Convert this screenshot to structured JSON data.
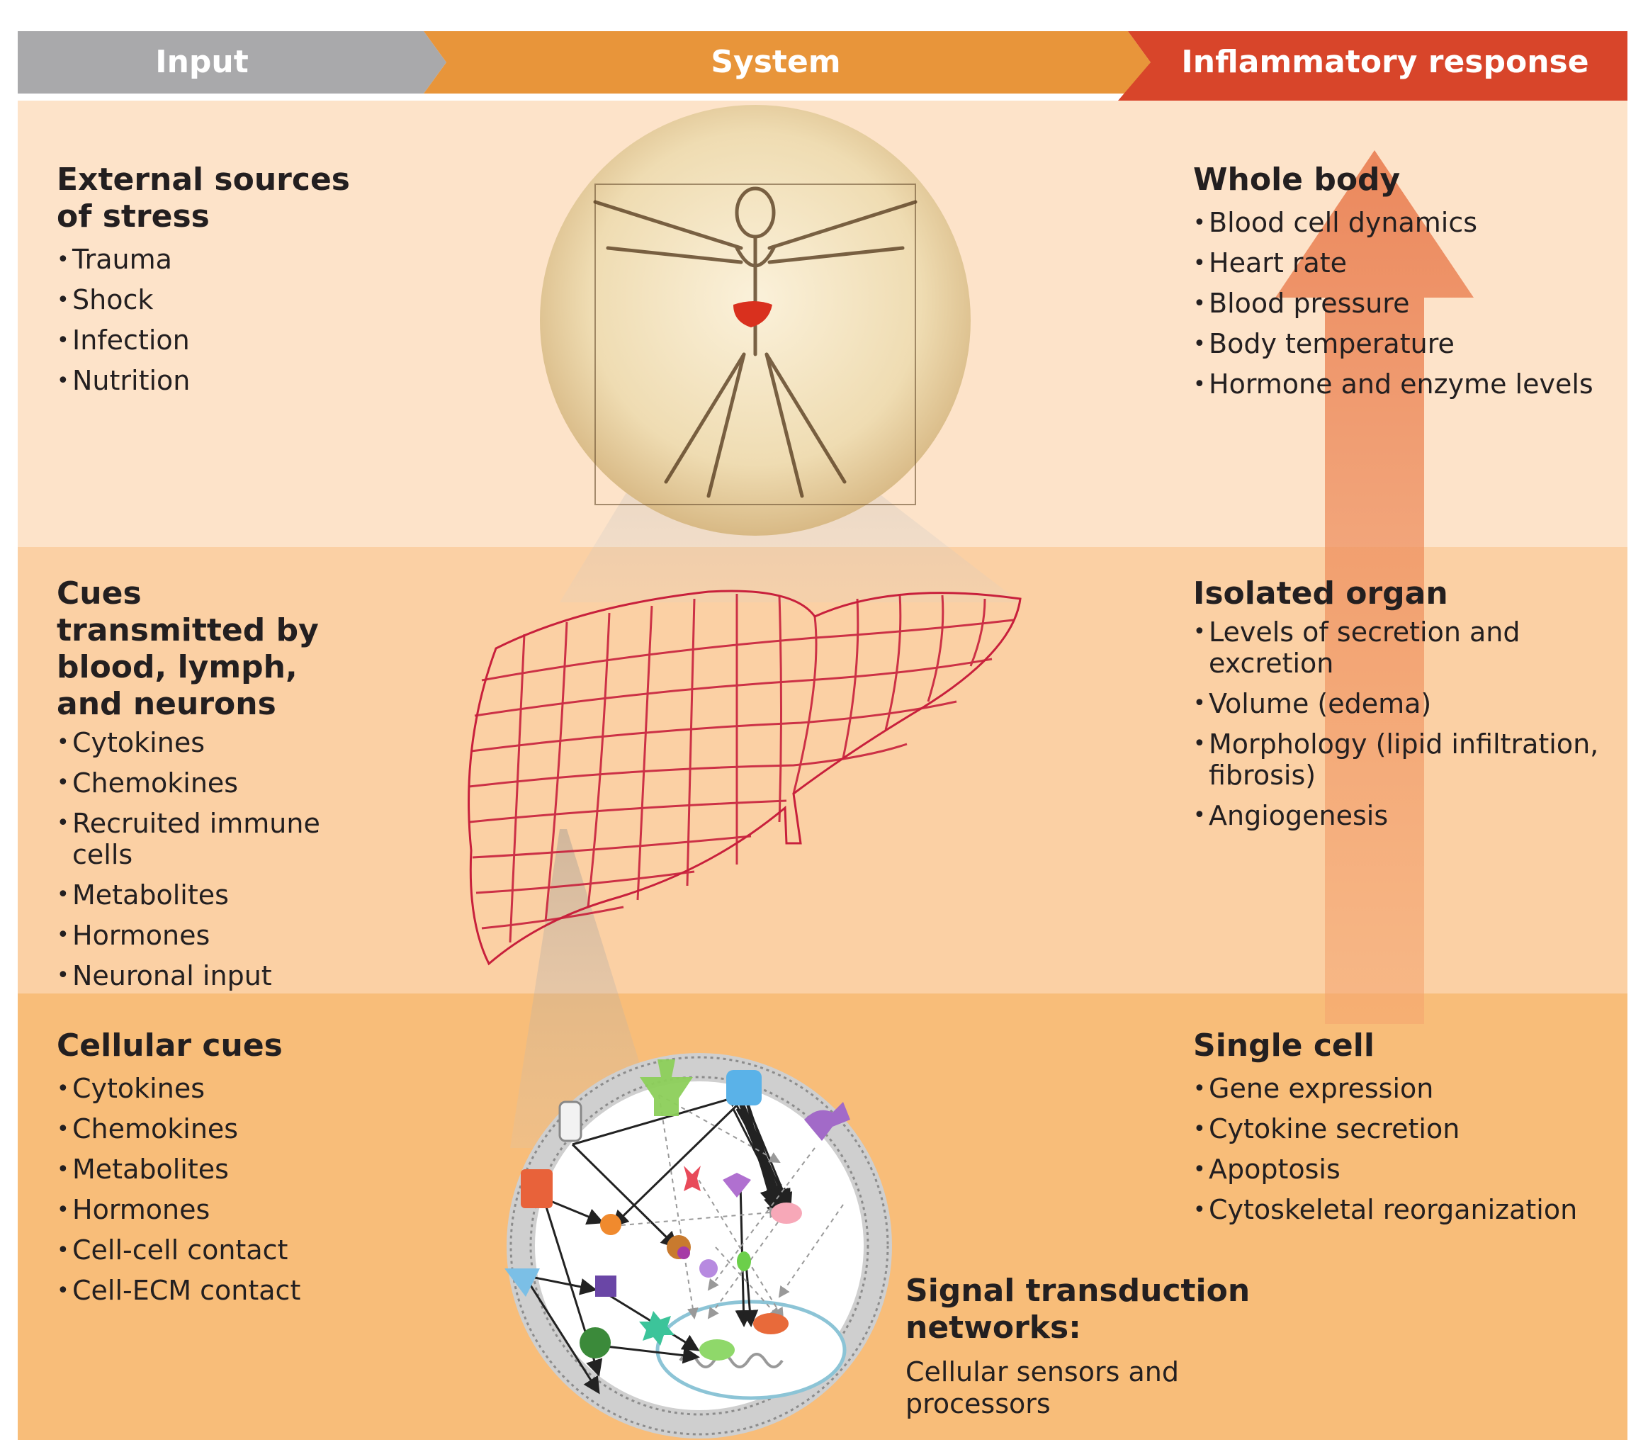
{
  "banner": {
    "input": "Input",
    "system": "System",
    "response": "Inflammatory response"
  },
  "colors": {
    "input_banner": "#a9a9ab",
    "system_banner": "#e8953a",
    "response_banner": "#d8452a",
    "row1_bg": "#fde3c9",
    "row2_bg": "#fbd0a4",
    "row3_bg": "#f8bd79",
    "liver_lines": "#c8203c"
  },
  "rows": [
    {
      "input_title": "External sources of stress",
      "input_items": [
        "Trauma",
        "Shock",
        "Infection",
        "Nutrition"
      ],
      "response_title": "Whole body",
      "response_items": [
        "Blood cell dynamics",
        "Heart rate",
        "Blood pressure",
        "Body temperature",
        "Hormone and enzyme levels"
      ]
    },
    {
      "input_title": "Cues transmitted by blood, lymph, and neurons",
      "input_items": [
        "Cytokines",
        "Chemokines",
        "Recruited immune cells",
        "Metabolites",
        "Hormones",
        "Neuronal input"
      ],
      "response_title": "Isolated organ",
      "response_items": [
        "Levels of secretion and excretion",
        "Volume (edema)",
        "Morphology (lipid infiltration, fibrosis)",
        "Angiogenesis"
      ]
    },
    {
      "input_title": "Cellular cues",
      "input_items": [
        "Cytokines",
        "Chemokines",
        "Metabolites",
        "Hormones",
        "Cell-cell contact",
        "Cell-ECM contact"
      ],
      "response_title": "Single cell",
      "response_items": [
        "Gene expression",
        "Cytokine secretion",
        "Apoptosis",
        "Cytoskeletal reorganization"
      ]
    }
  ],
  "signal": {
    "title": "Signal transduction networks:",
    "subtitle": "Cellular sensors and processors"
  },
  "icons": {
    "whole_body": "vitruvian-man-icon",
    "organ": "liver-mesh-icon",
    "cell": "cell-signaling-icon",
    "arrow": "upward-arrow-icon"
  }
}
